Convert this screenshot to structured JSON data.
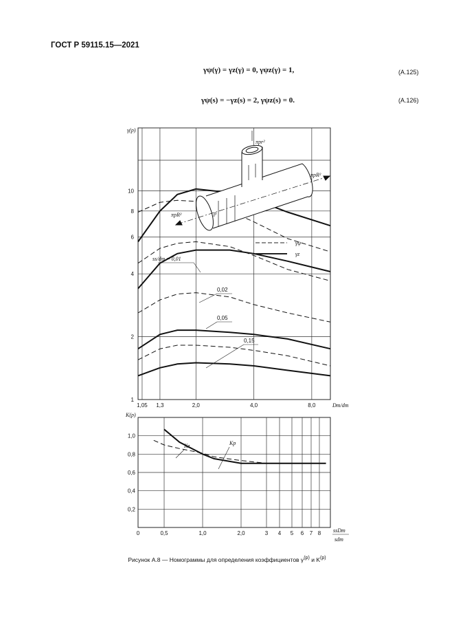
{
  "header": {
    "standard": "ГОСТ Р 59115.15—2021"
  },
  "equations": [
    {
      "text": "γψ(γ) = γz(γ) = 0, γψz(γ) = 1,",
      "number": "(A.125)"
    },
    {
      "text": "γψ(s) = −γz(s) = 2, γψz(s) = 0.",
      "number": "(A.126)"
    }
  ],
  "figure": {
    "labels": {
      "gamma_p": "γ(p)",
      "k_p": "K(p)",
      "pi_pr2": "πpr²",
      "pi_pR2_right": "πpR²",
      "pi_pR2_left": "πpR²",
      "p": "p",
      "legend_psi": "γψ",
      "legend_z": "γz",
      "sd_label": "ss/dm = 0,01",
      "curve_002": "0,02",
      "curve_005": "0,05",
      "curve_015": "0,15",
      "dm_label": "Dm/dm",
      "kz": "Kz",
      "kp": "Kp",
      "frac_num": "ssDm",
      "frac_den": "sdm"
    },
    "top_y_ticks": [
      "1",
      "2",
      "4",
      "6",
      "8",
      "10"
    ],
    "top_x_ticks": [
      "1,05",
      "1,3",
      "2,0",
      "4,0",
      "8,0"
    ],
    "bottom_y_ticks": [
      "0,2",
      "0,4",
      "0,6",
      "0,8",
      "1,0"
    ],
    "bottom_x_ticks": [
      "0",
      "0,5",
      "1,0",
      "2,0",
      "3",
      "4",
      "5",
      "6",
      "7",
      "8"
    ]
  },
  "chart_data": [
    {
      "type": "line",
      "x_scale": "log",
      "y_scale": "log",
      "xlabel": "Dm/dm",
      "ylabel": "γ(p)",
      "xlim": [
        1,
        10
      ],
      "ylim": [
        1,
        20
      ],
      "series": [
        {
          "name": "γψ, ss/dm = 0,01",
          "x": [
            1.0,
            1.3,
            1.6,
            2.0,
            3.0,
            4.0,
            6.0,
            10.0
          ],
          "y": [
            7.9,
            8.8,
            9.0,
            8.9,
            8.0,
            7.1,
            5.9,
            5.1
          ]
        },
        {
          "name": "γz, ss/dm = 0,01",
          "x": [
            1.0,
            1.3,
            1.6,
            2.0,
            3.0,
            4.0,
            6.0,
            10.0
          ],
          "y": [
            5.7,
            8.0,
            9.6,
            10.2,
            9.8,
            9.1,
            7.9,
            6.8
          ]
        },
        {
          "name": "γψ, ss/dm = 0,02",
          "x": [
            1.0,
            1.3,
            1.6,
            2.0,
            3.0,
            4.0,
            6.0,
            10.0
          ],
          "y": [
            4.5,
            5.3,
            5.6,
            5.7,
            5.4,
            4.9,
            4.2,
            3.7
          ]
        },
        {
          "name": "γz, ss/dm = 0,02",
          "x": [
            1.0,
            1.3,
            1.6,
            2.0,
            3.0,
            4.0,
            6.0,
            10.0
          ],
          "y": [
            3.4,
            4.5,
            5.0,
            5.2,
            5.2,
            5.0,
            4.6,
            4.1
          ]
        },
        {
          "name": "γψ, ss/dm = 0,05",
          "x": [
            1.0,
            1.3,
            1.6,
            2.0,
            3.0,
            4.0,
            6.0,
            10.0
          ],
          "y": [
            2.6,
            3.0,
            3.2,
            3.25,
            3.1,
            2.85,
            2.6,
            2.35
          ]
        },
        {
          "name": "γz, ss/dm = 0,05",
          "x": [
            1.0,
            1.3,
            1.6,
            2.0,
            3.0,
            4.0,
            6.0,
            10.0
          ],
          "y": [
            1.75,
            2.05,
            2.15,
            2.15,
            2.1,
            2.05,
            1.95,
            1.75
          ]
        },
        {
          "name": "γψ, ss/dm = 0,15",
          "x": [
            1.0,
            1.3,
            1.6,
            2.0,
            3.0,
            4.0,
            6.0,
            10.0
          ],
          "y": [
            1.55,
            1.75,
            1.82,
            1.82,
            1.78,
            1.72,
            1.62,
            1.45
          ]
        },
        {
          "name": "γz, ss/dm = 0,15",
          "x": [
            1.0,
            1.3,
            1.6,
            2.0,
            3.0,
            4.0,
            6.0,
            10.0
          ],
          "y": [
            1.3,
            1.42,
            1.48,
            1.5,
            1.48,
            1.45,
            1.38,
            1.3
          ]
        }
      ]
    },
    {
      "type": "line",
      "ylabel": "K(p)",
      "xlabel": "ssDm/sdm",
      "ylim": [
        0,
        1.2
      ],
      "series": [
        {
          "name": "Kz",
          "x": [
            0.5,
            0.7,
            1.0,
            1.3,
            2.0,
            3.0,
            4.0,
            6.0,
            8.0,
            8.6
          ],
          "y": [
            1.07,
            0.93,
            0.8,
            0.75,
            0.7,
            0.7,
            0.7,
            0.7,
            0.7,
            0.7
          ]
        },
        {
          "name": "Kp",
          "x": [
            0.3,
            0.5,
            0.7,
            1.0,
            1.3,
            2.0,
            3.0,
            4.0,
            6.0,
            8.0
          ],
          "y": [
            0.95,
            0.9,
            0.86,
            0.81,
            0.77,
            0.73,
            0.7,
            0.7,
            0.7,
            0.7
          ]
        }
      ]
    }
  ]
}
